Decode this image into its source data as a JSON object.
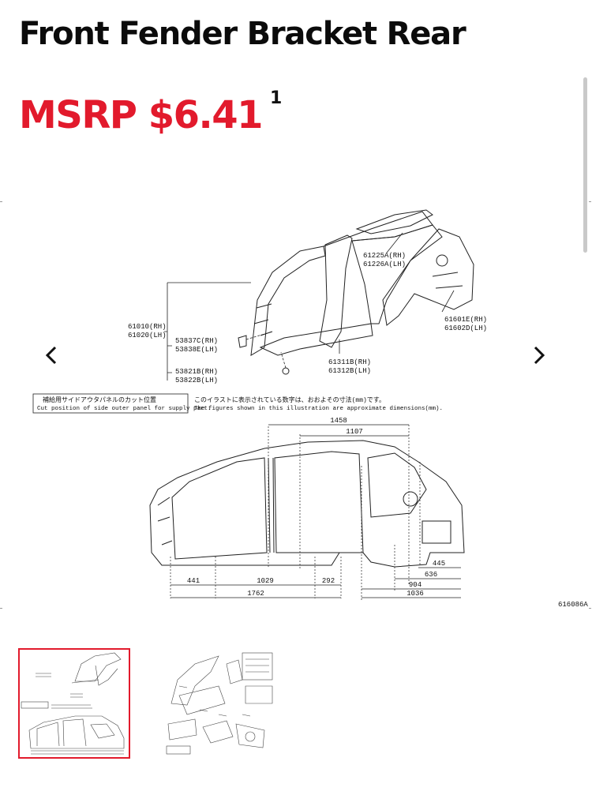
{
  "product": {
    "title": "Front Fender Bracket Rear",
    "price_label": "MSRP $6.41",
    "price_footnote": "1"
  },
  "diagram": {
    "callouts": {
      "c61225": "61225A(RH)",
      "c61226": "61226A(LH)",
      "c61010": "61010(RH)",
      "c61020": "61020(LH)",
      "c53837": "53837C(RH)",
      "c53838": "53838E(LH)",
      "c61601": "61601E(RH)",
      "c61602": "61602D(LH)",
      "c61311": "61311B(RH)",
      "c61312": "61312B(LH)",
      "c53821": "53821B(RH)",
      "c53822": "53822B(LH)"
    },
    "box_jp": "補給用サイドアウタパネルのカット位置",
    "box_en": "Cut position of side outer panel for supply part.",
    "note_jp": "このイラストに表示されている数字は、おおよその寸法(mm)です。",
    "note_en": "The figures shown in this illustration are approximate dimensions(mm).",
    "dims": {
      "d1458": "1458",
      "d1107": "1107",
      "d441": "441",
      "d1029": "1029",
      "d292": "292",
      "d1762": "1762",
      "d445": "445",
      "d636": "636",
      "d904": "904",
      "d1036": "1036"
    },
    "ref_code": "616086A"
  },
  "gallery": {
    "selected_index": 0,
    "thumbnails": [
      "thumbnail-1",
      "thumbnail-2"
    ]
  },
  "colors": {
    "accent": "#e21a2c",
    "title": "#0b0b0b"
  },
  "icons": {
    "prev": "chevron-left-icon",
    "next": "chevron-right-icon"
  }
}
